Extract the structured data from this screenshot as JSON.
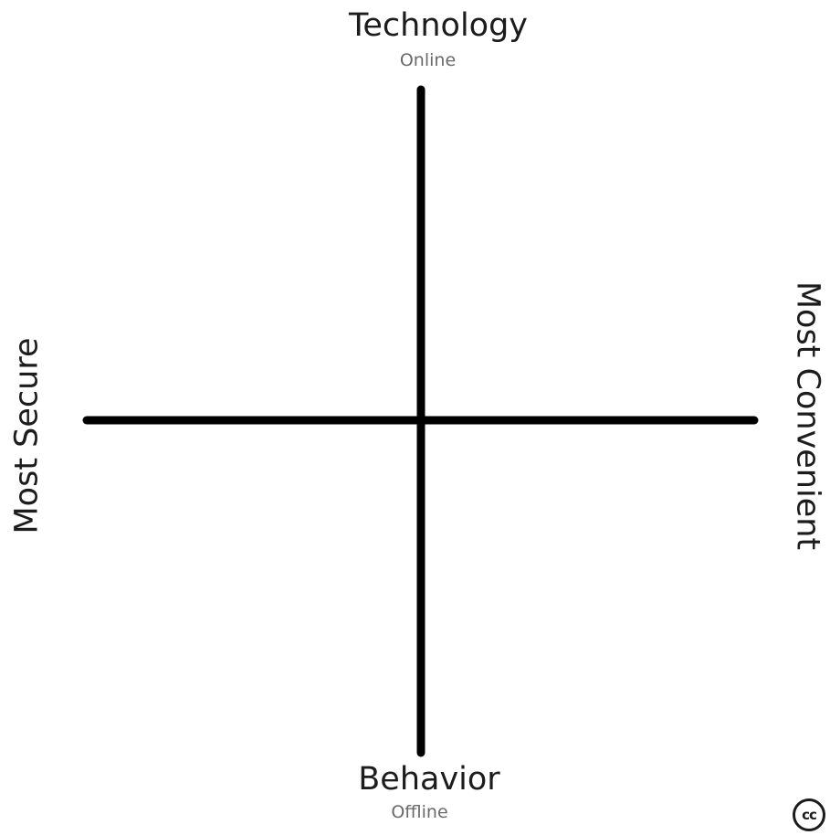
{
  "labels": {
    "top_title": "Technology",
    "top_subtitle": "Online",
    "bottom_title": "Behavior",
    "bottom_subtitle": "Offline",
    "left": "Most Secure",
    "right": "Most Convenient"
  },
  "badge": {
    "text": "cc",
    "icon": "creative-commons-icon"
  },
  "colors": {
    "axis": "#000000",
    "title_text": "#1c1c1c",
    "subtitle_text": "#6a6a6a"
  }
}
